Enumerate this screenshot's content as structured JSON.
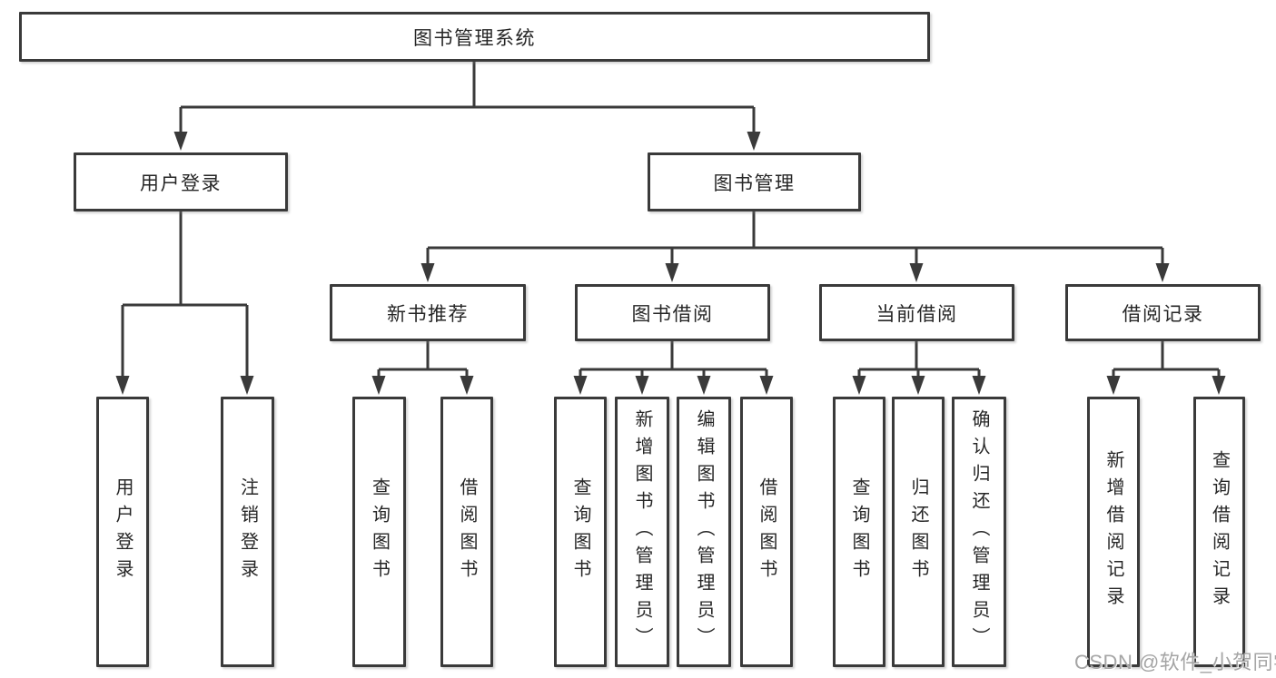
{
  "diagram": {
    "root": {
      "label": "图书管理系统"
    },
    "branches": [
      {
        "label": "用户登录",
        "children": [
          {
            "label": "用户登录"
          },
          {
            "label": "注销登录"
          }
        ]
      },
      {
        "label": "图书管理",
        "sections": [
          {
            "label": "新书推荐",
            "children": [
              {
                "label": "查询图书"
              },
              {
                "label": "借阅图书"
              }
            ]
          },
          {
            "label": "图书借阅",
            "children": [
              {
                "label": "查询图书"
              },
              {
                "label": "新增图书（管理员）"
              },
              {
                "label": "编辑图书（管理员）"
              },
              {
                "label": "借阅图书"
              }
            ]
          },
          {
            "label": "当前借阅",
            "children": [
              {
                "label": "查询图书"
              },
              {
                "label": "归还图书"
              },
              {
                "label": "确认归还（管理员）"
              }
            ]
          },
          {
            "label": "借阅记录",
            "children": [
              {
                "label": "新增借阅记录"
              },
              {
                "label": "查询借阅记录"
              }
            ]
          }
        ]
      }
    ]
  },
  "watermark": {
    "text": "CSDN @软件_小贺同学"
  },
  "colors": {
    "background": "#ffffff",
    "line": "#3a3a3a",
    "box_border": "#3a3a3a",
    "text": "#262626",
    "watermark": "#a5a5a5"
  }
}
